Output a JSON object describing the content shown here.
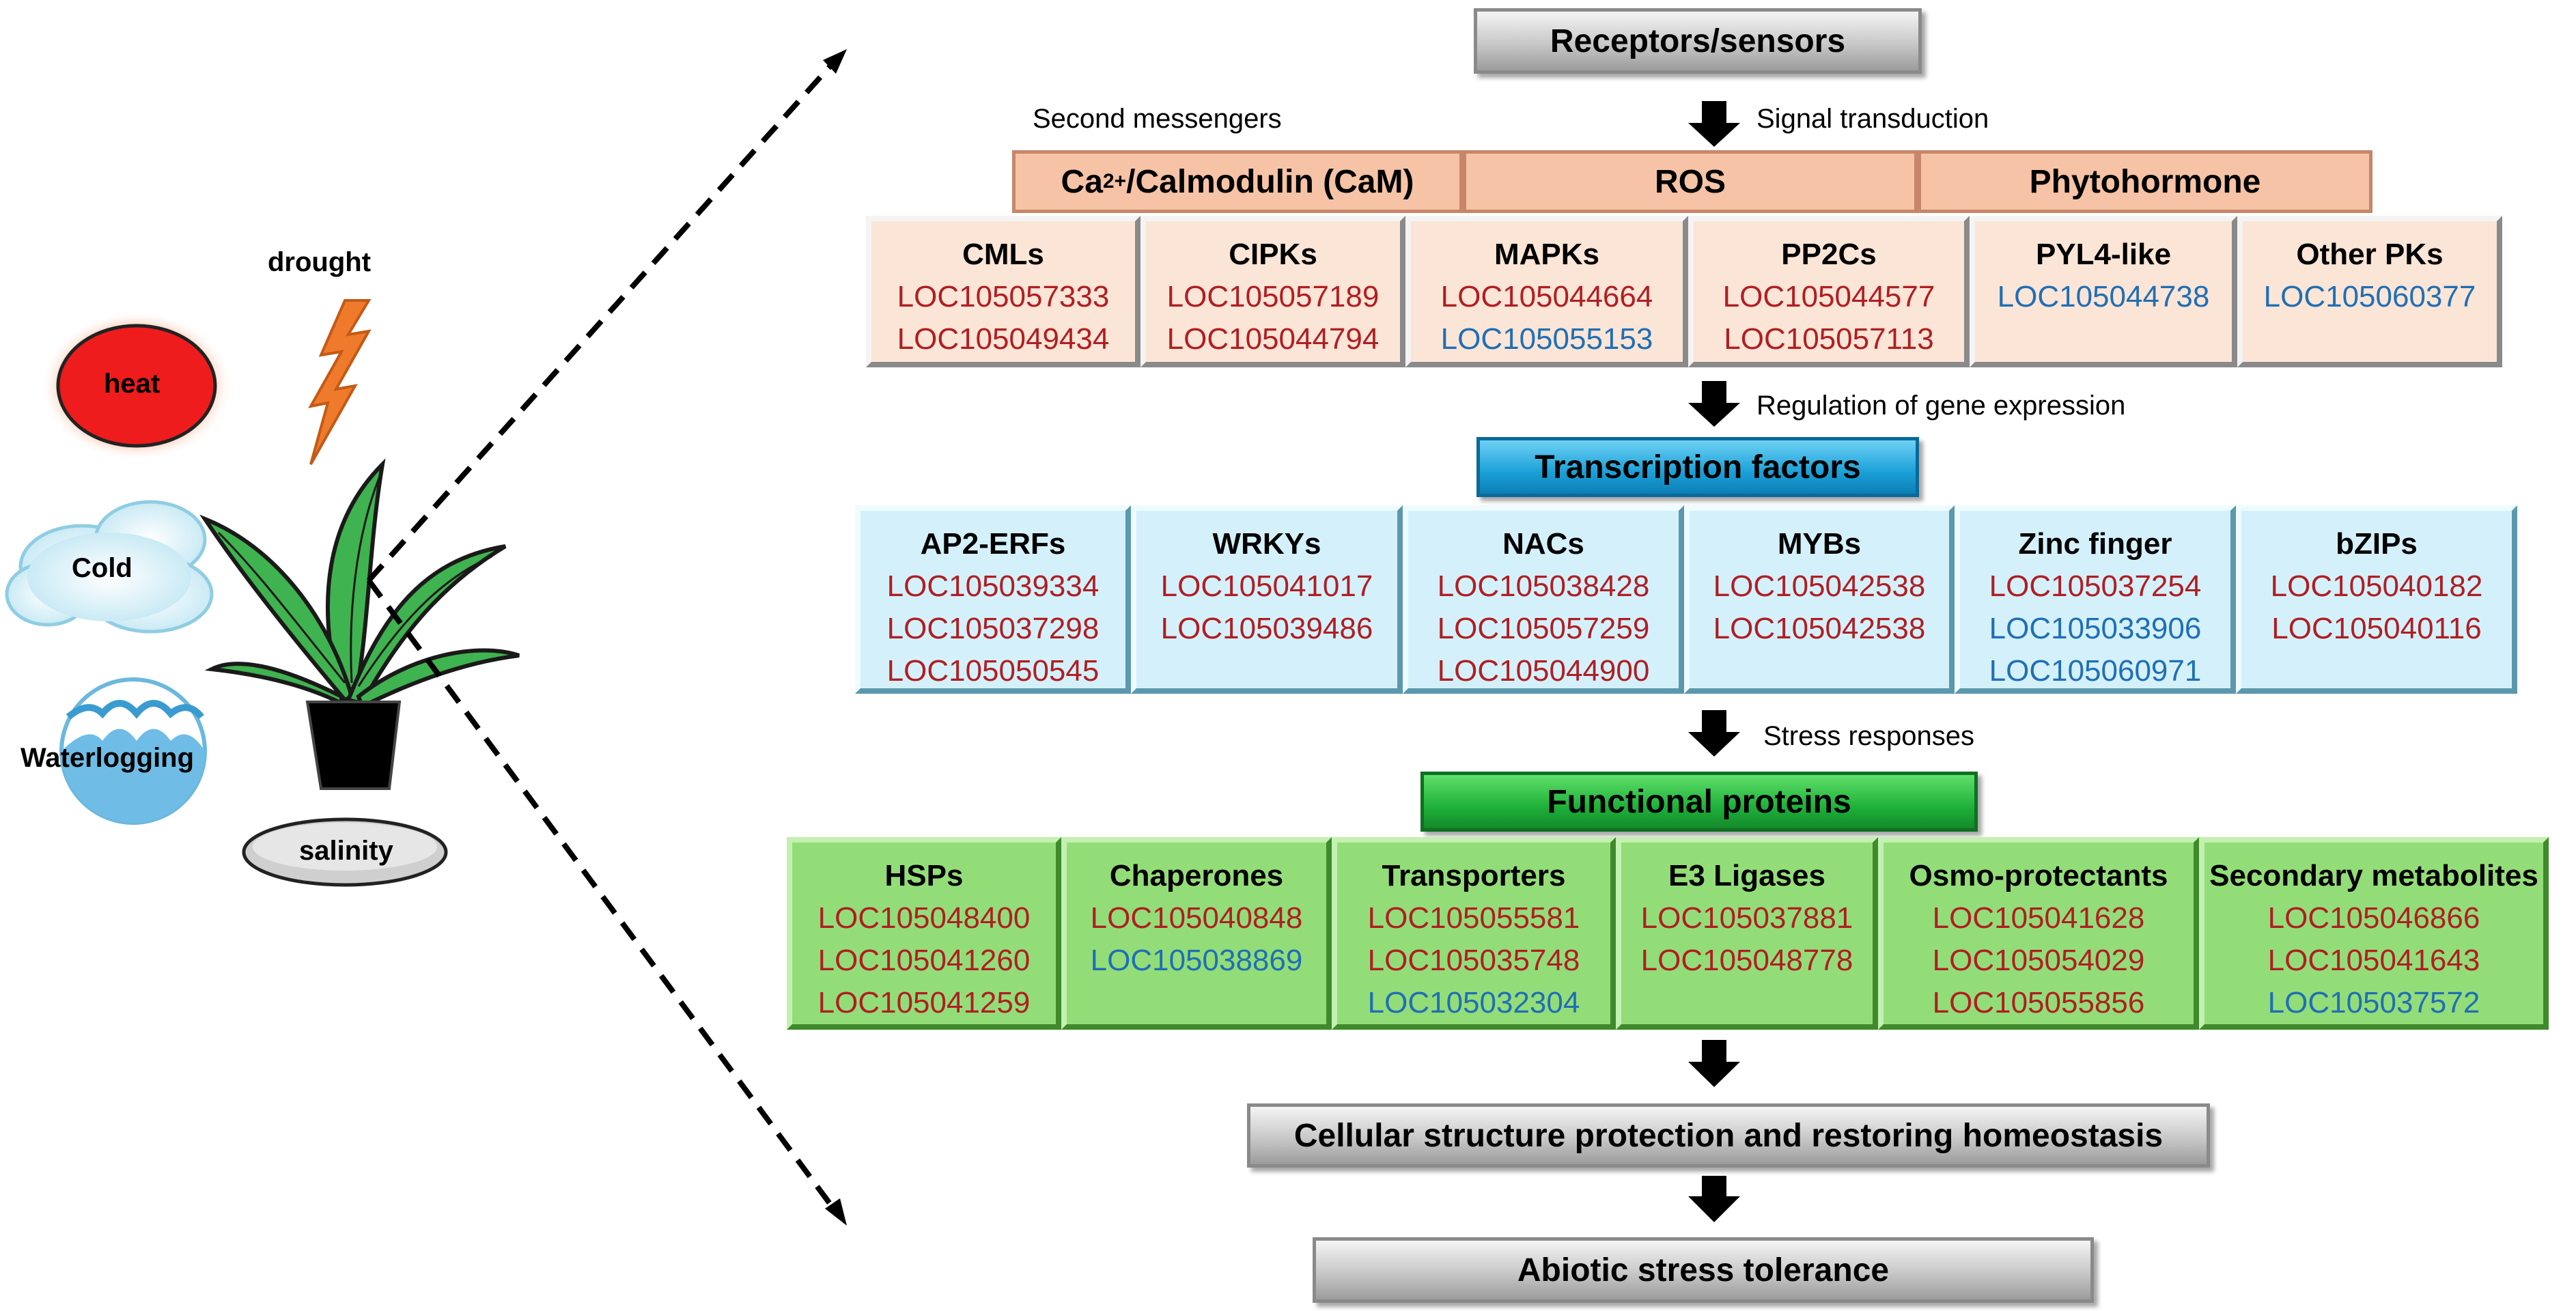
{
  "title_bar": "Receptors/sensors",
  "labels": {
    "second_messengers": "Second messengers",
    "signal_transduction": "Signal transduction",
    "regulation": "Regulation of gene expression",
    "stress_responses": "Stress responses"
  },
  "messenger_bars": {
    "ca_prefix": "Ca",
    "ca_sup": "2+",
    "ca_suffix": "/Calmodulin (CaM)",
    "ros": "ROS",
    "phytohormone": "Phytohormone"
  },
  "sensors_row": [
    {
      "title": "CMLs",
      "genes": [
        {
          "id": "LOC105057333",
          "color": "red"
        },
        {
          "id": "LOC105049434",
          "color": "red"
        }
      ]
    },
    {
      "title": "CIPKs",
      "genes": [
        {
          "id": "LOC105057189",
          "color": "red"
        },
        {
          "id": "LOC105044794",
          "color": "red"
        }
      ]
    },
    {
      "title": "MAPKs",
      "genes": [
        {
          "id": "LOC105044664",
          "color": "red"
        },
        {
          "id": "LOC105055153",
          "color": "blue"
        }
      ]
    },
    {
      "title": "PP2Cs",
      "genes": [
        {
          "id": "LOC105044577",
          "color": "red"
        },
        {
          "id": "LOC105057113",
          "color": "red"
        }
      ]
    },
    {
      "title": "PYL4-like",
      "genes": [
        {
          "id": "LOC105044738",
          "color": "blue"
        }
      ]
    },
    {
      "title": "Other PKs",
      "genes": [
        {
          "id": "LOC105060377",
          "color": "blue"
        }
      ]
    }
  ],
  "tf_bar": "Transcription factors",
  "tf_row": [
    {
      "title": "AP2-ERFs",
      "genes": [
        {
          "id": "LOC105039334",
          "color": "red"
        },
        {
          "id": "LOC105037298",
          "color": "red"
        },
        {
          "id": "LOC105050545",
          "color": "red"
        }
      ]
    },
    {
      "title": "WRKYs",
      "genes": [
        {
          "id": "LOC105041017",
          "color": "red"
        },
        {
          "id": "LOC105039486",
          "color": "red"
        }
      ]
    },
    {
      "title": "NACs",
      "genes": [
        {
          "id": "LOC105038428",
          "color": "red"
        },
        {
          "id": "LOC105057259",
          "color": "red"
        },
        {
          "id": "LOC105044900",
          "color": "red"
        }
      ]
    },
    {
      "title": "MYBs",
      "genes": [
        {
          "id": "LOC105042538",
          "color": "red"
        },
        {
          "id": "LOC105042538",
          "color": "red"
        }
      ]
    },
    {
      "title": "Zinc finger",
      "genes": [
        {
          "id": "LOC105037254",
          "color": "red"
        },
        {
          "id": "LOC105033906",
          "color": "blue"
        },
        {
          "id": "LOC105060971",
          "color": "blue"
        }
      ]
    },
    {
      "title": "bZIPs",
      "genes": [
        {
          "id": "LOC105040182",
          "color": "red"
        },
        {
          "id": "LOC105040116",
          "color": "red"
        }
      ]
    }
  ],
  "fp_bar": "Functional proteins",
  "fp_row": [
    {
      "title": "HSPs",
      "genes": [
        {
          "id": "LOC105048400",
          "color": "red"
        },
        {
          "id": "LOC105041260",
          "color": "red"
        },
        {
          "id": "LOC105041259",
          "color": "red"
        }
      ]
    },
    {
      "title": "Chaperones",
      "genes": [
        {
          "id": "LOC105040848",
          "color": "red"
        },
        {
          "id": "LOC105038869",
          "color": "blue"
        }
      ]
    },
    {
      "title": "Transporters",
      "genes": [
        {
          "id": "LOC105055581",
          "color": "red"
        },
        {
          "id": "LOC105035748",
          "color": "red"
        },
        {
          "id": "LOC105032304",
          "color": "blue"
        }
      ]
    },
    {
      "title": "E3 Ligases",
      "genes": [
        {
          "id": "LOC105037881",
          "color": "red"
        },
        {
          "id": "LOC105048778",
          "color": "red"
        }
      ]
    },
    {
      "title": "Osmo-protectants",
      "genes": [
        {
          "id": "LOC105041628",
          "color": "red"
        },
        {
          "id": "LOC105054029",
          "color": "red"
        },
        {
          "id": "LOC105055856",
          "color": "red"
        }
      ]
    },
    {
      "title": "Secondary metabolites",
      "genes": [
        {
          "id": "LOC105046866",
          "color": "red"
        },
        {
          "id": "LOC105041643",
          "color": "red"
        },
        {
          "id": "LOC105037572",
          "color": "blue"
        }
      ]
    }
  ],
  "homeostasis_bar": "Cellular structure protection and restoring homeostasis",
  "tolerance_bar": "Abiotic stress tolerance",
  "stresses": {
    "drought": "drought",
    "heat": "heat",
    "cold": "Cold",
    "waterlogging": "Waterlogging",
    "salinity": "salinity"
  },
  "colors": {
    "gene_red": "#b01e23",
    "gene_blue": "#1f6fb5",
    "peach": "#fbe5d6",
    "light_blue": "#d4f1fb",
    "green": "#93dd79"
  }
}
